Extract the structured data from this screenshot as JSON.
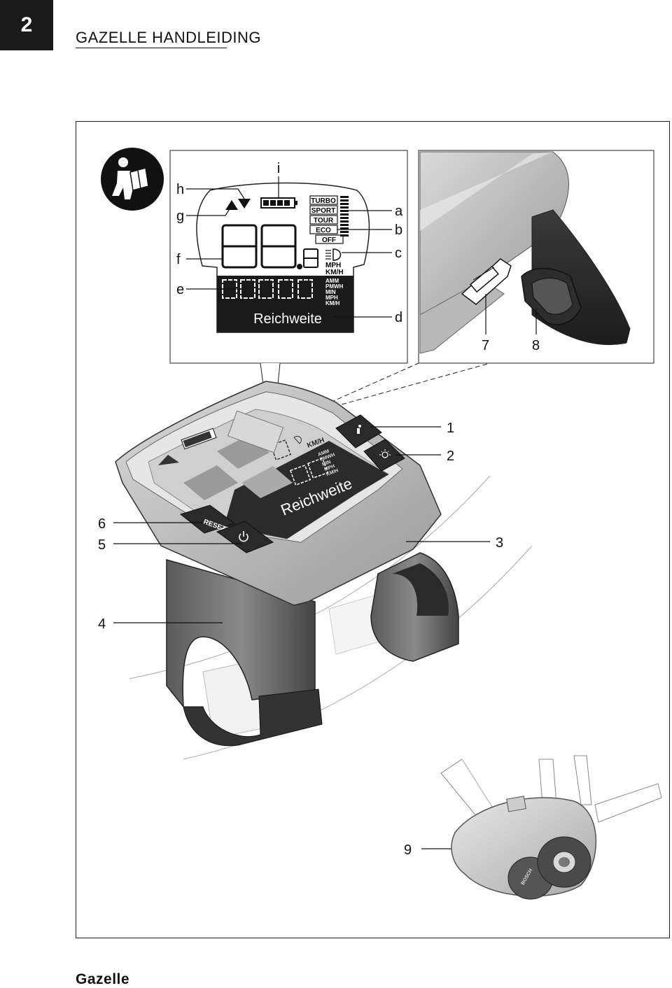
{
  "page": {
    "number": "2",
    "title": "GAZELLE HANDLEIDING",
    "footer_logo": "Gazelle"
  },
  "display_inset": {
    "assist_modes": [
      "TURBO",
      "SPORT",
      "TOUR",
      "ECO",
      "OFF"
    ],
    "speed_units": [
      "MPH",
      "KM/H"
    ],
    "trip_units": [
      "AMM",
      "PMWH",
      "MIN",
      "MPH",
      "KM/H"
    ],
    "text_field": "Reichweite",
    "labels": {
      "a": "a",
      "b": "b",
      "c": "c",
      "d": "d",
      "e": "e",
      "f": "f",
      "g": "g",
      "h": "h",
      "i": "i"
    }
  },
  "connector_inset": {
    "labels": {
      "seven": "7",
      "eight": "8"
    }
  },
  "main_unit": {
    "reset_button": "RESET",
    "display_text": "Reichweite",
    "speed_unit": "KM/H",
    "trip_units": [
      "AMM",
      "PMWH",
      "MIN",
      "MPH",
      "KM/H"
    ],
    "motor_brand": "BOSCH",
    "labels": {
      "one": "1",
      "two": "2",
      "three": "3",
      "four": "4",
      "five": "5",
      "six": "6",
      "nine": "9"
    }
  },
  "icons": [
    "manual-reading-icon",
    "battery-icon",
    "light-icon",
    "info-icon",
    "sun-icon",
    "power-icon"
  ]
}
